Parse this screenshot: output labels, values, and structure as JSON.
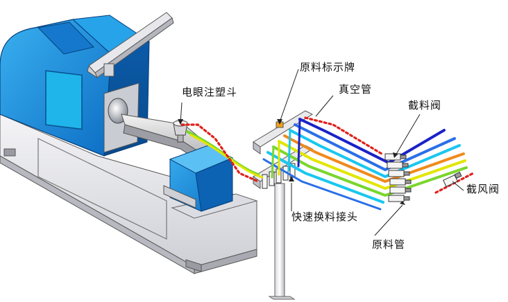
{
  "labels": {
    "hopper": "电眼注塑斗",
    "material_sign": "原料标示牌",
    "vacuum_pipe": "真空管",
    "feed_valve": "截料阀",
    "air_valve": "截风阀",
    "quick_connector": "快速换料接头",
    "material_pipe": "原料管"
  },
  "colors": {
    "machine_blue": "#1c8fd9",
    "machine_dark": "#0e5fa8",
    "base_gray": "#e6e6ea",
    "vacuum_dotted": "#e0201b",
    "pipe_green": "#7bd62e",
    "pipe_yellow": "#e2e600",
    "pipe_orange": "#f08a1c",
    "pipe_cyan": "#19c7f0",
    "pipe_blue": "#2a6fe8",
    "pipe_navy": "#1a22c8"
  }
}
